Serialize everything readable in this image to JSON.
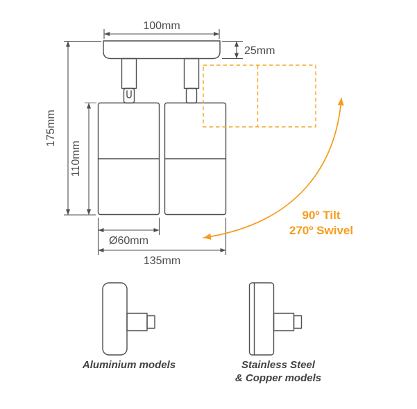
{
  "diagram": {
    "dims": {
      "plate_width": "100mm",
      "plate_depth": "25mm",
      "overall_height": "175mm",
      "body_height": "110mm",
      "body_diameter": "Ø60mm",
      "overall_width": "135mm"
    },
    "motion": {
      "tilt": "90º Tilt",
      "swivel": "270º Swivel"
    },
    "variants": {
      "aluminium": "Aluminium models",
      "stainless_line1": "Stainless Steel",
      "stainless_line2": "& Copper models"
    },
    "colors": {
      "line": "#4d4e50",
      "accent": "#F59C1D"
    }
  }
}
